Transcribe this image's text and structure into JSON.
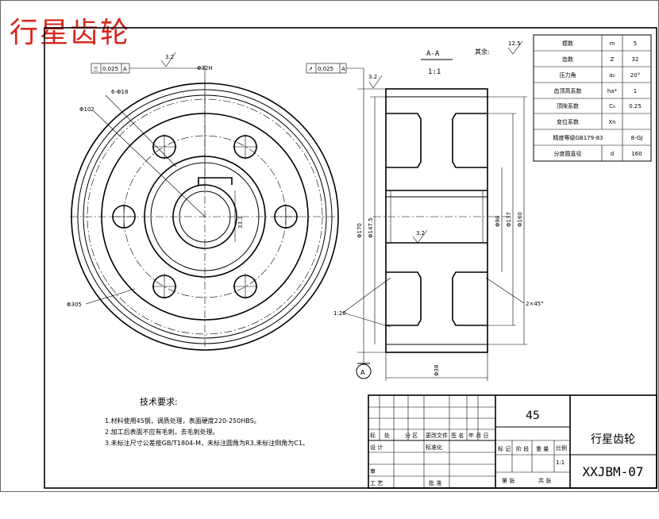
{
  "watermark_title": "行星齿轮",
  "front_view": {
    "flatness": {
      "symbol": "三",
      "value": "0.025",
      "datum": "A"
    },
    "roughness_top": "3.2",
    "bore_label": "Φ32H",
    "hole_label": "6-Φ18",
    "pcd_label": "Φ102",
    "od_label": "Φ305",
    "keyway_label": "33.3"
  },
  "section": {
    "title": "A-A",
    "scale": "1:1",
    "other_label": "其余:",
    "other_roughness": "12.5",
    "runout": {
      "symbol": "↗",
      "value": "0.025",
      "datum": "A"
    },
    "roughness_left": "3.2",
    "roughness_bore": "3.2",
    "dims_left": [
      "Φ170",
      "Φ147.5"
    ],
    "dims_right": [
      "Φ98",
      "Φ137",
      "Φ160"
    ],
    "taper_label": "1:20",
    "chamfer_label": "2×45°",
    "width_label": "Φ38",
    "datum_label": "A"
  },
  "params": [
    {
      "name": "模数",
      "sym": "m",
      "val": "5"
    },
    {
      "name": "齿数",
      "sym": "Z",
      "val": "32"
    },
    {
      "name": "压力角",
      "sym": "α₀",
      "val": "20°"
    },
    {
      "name": "齿顶高系数",
      "sym": "ha*",
      "val": "1"
    },
    {
      "name": "顶隙系数",
      "sym": "C₀",
      "val": "0.25"
    },
    {
      "name": "变位系数",
      "sym": "Xn",
      "val": ""
    },
    {
      "name": "精度等级GB179-83",
      "sym": "",
      "val": "8-GJ"
    },
    {
      "name": "分度圆直径",
      "sym": "d",
      "val": "160"
    }
  ],
  "tech": {
    "heading": "技术要求:",
    "items": [
      "1.材料使用45钢，调质处理，表面硬度220-250HBS。",
      "2.加工后表面不应有毛刺，去毛刺处理。",
      "3.未标注尺寸公差按GB/T1804-M，未标注圆角为R3,未标注倒角为C1。"
    ]
  },
  "title_block": {
    "material": "45",
    "part_name": "行星齿轮",
    "drawing_no": "XXJBM-07",
    "scale": "1:1",
    "scale_label": "比例",
    "row_labels": [
      "标",
      "处",
      "分 区",
      "更改文件",
      "签 名",
      "年 月 日"
    ],
    "design": "设 计",
    "standard": "标准化",
    "review": "审",
    "process": "工 艺",
    "approve": "批 准",
    "stage_labels": [
      "标 记",
      "阶 段",
      "重 量"
    ],
    "sheet_labels": [
      "第 张",
      "共 张"
    ]
  }
}
